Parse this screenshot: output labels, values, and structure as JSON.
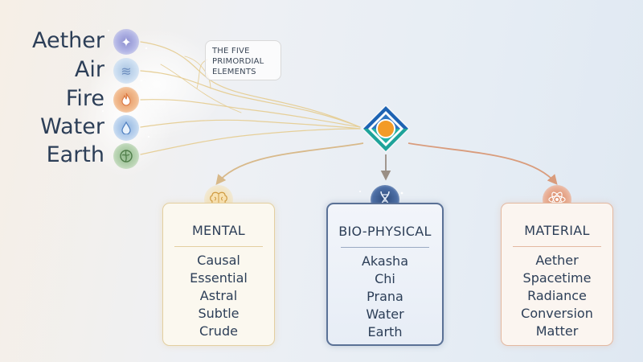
{
  "elements": [
    {
      "label": "Aether",
      "icon": "sparkle-icon",
      "color": "#8d8fd0"
    },
    {
      "label": "Air",
      "icon": "wind-icon",
      "color": "#a9c4e2"
    },
    {
      "label": "Fire",
      "icon": "flame-icon",
      "color": "#e49560"
    },
    {
      "label": "Water",
      "icon": "droplet-icon",
      "color": "#8eb3e0"
    },
    {
      "label": "Earth",
      "icon": "globe-leaf-icon",
      "color": "#8fb88a"
    }
  ],
  "callout": {
    "lines": [
      "THE FIVE",
      "PRIMORDIAL",
      "ELEMENTS"
    ]
  },
  "hub": {
    "icon": "diamond-sun-icon",
    "colors": {
      "top": "#1d63b3",
      "bottom": "#1fa39a",
      "center": "#f39b26"
    }
  },
  "categories": [
    {
      "title": "MENTAL",
      "icon": "brain-icon",
      "accent": "#e3cfa0",
      "items": [
        "Causal",
        "Essential",
        "Astral",
        "Subtle",
        "Crude"
      ]
    },
    {
      "title": "BIO-PHYSICAL",
      "icon": "dna-icon",
      "accent": "#5a7196",
      "items": [
        "Akasha",
        "Chi",
        "Prana",
        "Water",
        "Earth"
      ]
    },
    {
      "title": "MATERIAL",
      "icon": "atom-icon",
      "accent": "#e3b8a0",
      "items": [
        "Aether",
        "Spacetime",
        "Radiance",
        "Conversion",
        "Matter"
      ]
    }
  ]
}
